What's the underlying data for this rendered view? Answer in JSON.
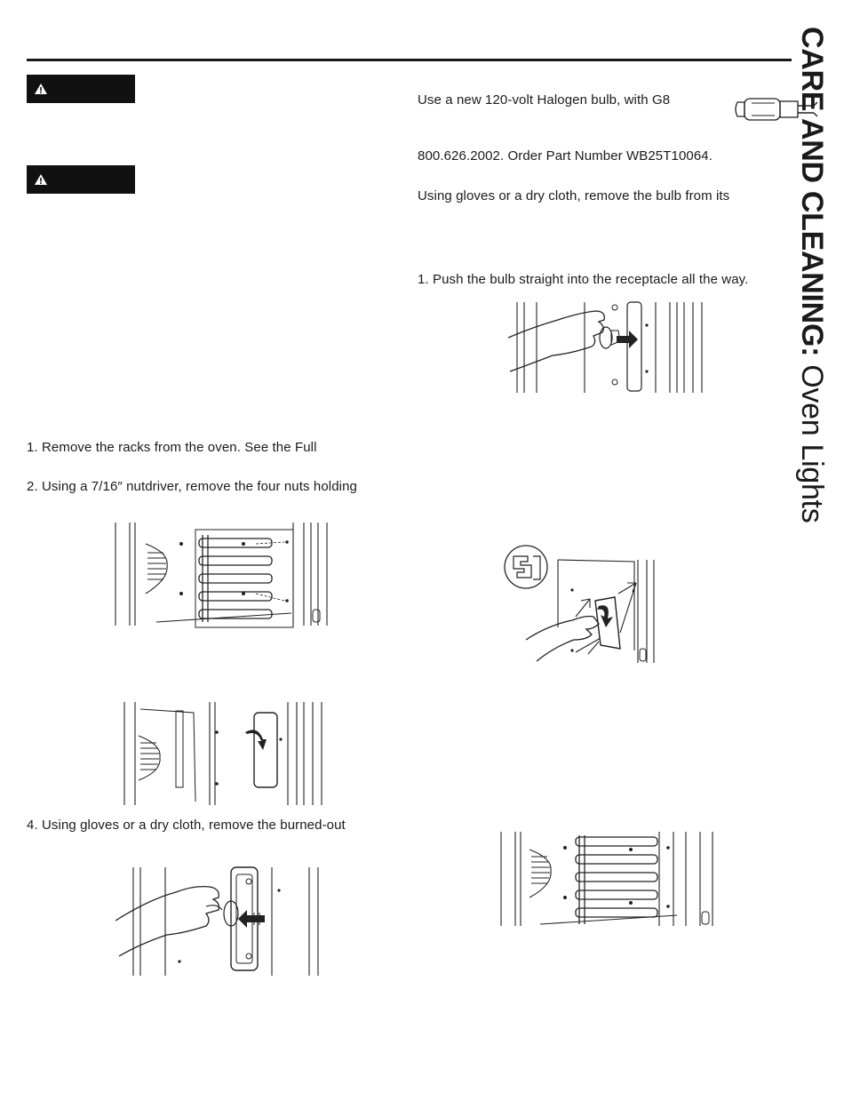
{
  "side_title": {
    "bold": "CARE AND CLEANING:",
    "regular": " Oven Lights"
  },
  "warnings": [
    {
      "icon": "warning-triangle-icon"
    },
    {
      "icon": "warning-triangle-icon"
    }
  ],
  "left_column": {
    "step1": "1. Remove the racks from the oven. See the Full",
    "step2": "2. Using a 7/16″ nutdriver, remove the four nuts holding",
    "step4": "4. Using gloves or a dry cloth, remove the burned-out"
  },
  "right_column": {
    "bulb_spec": "Use a new 120-volt Halogen bulb, with G8",
    "order_info": "800.626.2002. Order Part Number WB25T10064.",
    "gloves": "Using gloves or a dry cloth, remove the bulb from its",
    "push_bulb": "1. Push the bulb straight into the receptacle all the way."
  }
}
